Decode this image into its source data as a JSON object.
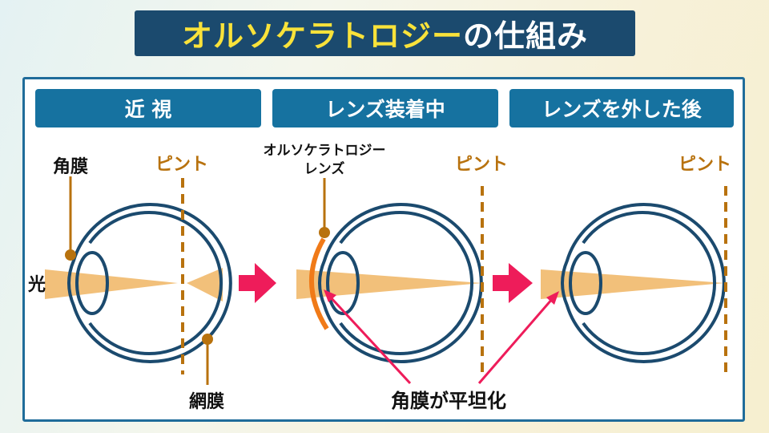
{
  "title": {
    "highlight": "オルソケラトロジー",
    "rest": "の仕組み"
  },
  "headers": [
    "近 視",
    "レンズ装着中",
    "レンズを外した後"
  ],
  "labels": {
    "cornea": "角膜",
    "focus": "ピント",
    "retina": "網膜",
    "light": "光",
    "lens_line1": "オルソケラトロジー",
    "lens_line2": "レンズ",
    "flattened": "角膜が平坦化"
  },
  "colors": {
    "navy": "#1b4a6e",
    "header": "#1672a0",
    "beam": "#f2c07a",
    "marker": "#b8720e",
    "arrow": "#ee1c5a",
    "lens": "#f07a18"
  }
}
